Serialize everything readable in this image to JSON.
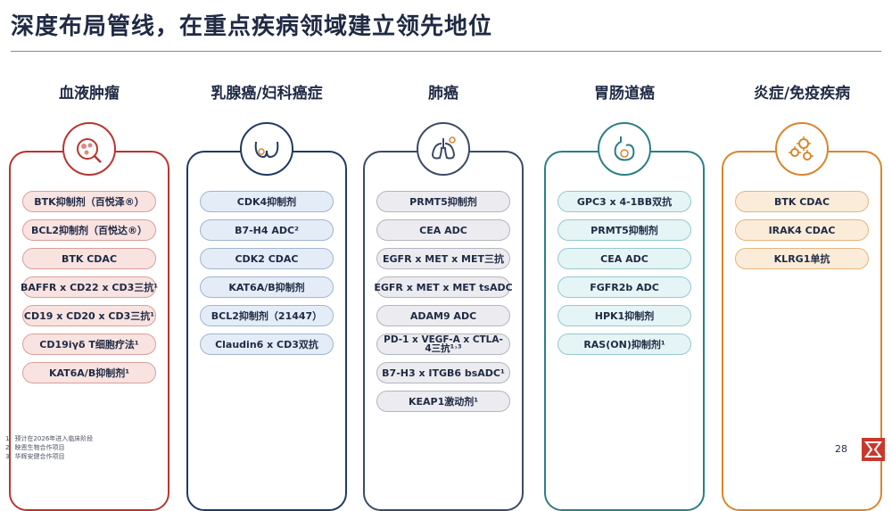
{
  "title": "深度布局管线，在重点疾病领域建立领先地位",
  "columns": [
    {
      "title": "血液肿瘤",
      "icon": "blood-cell-icon",
      "items": [
        "BTK抑制剂（百悦泽®）",
        "BCL2抑制剂（百悦达®）",
        "BTK CDAC",
        "BAFFR x CD22 x CD3三抗¹",
        "CD19 x CD20 x CD3三抗¹",
        "CD19iγδ T细胞疗法¹",
        "KAT6A/B抑制剂¹"
      ]
    },
    {
      "title": "乳腺癌/妇科癌症",
      "icon": "breast-icon",
      "items": [
        "CDK4抑制剂",
        "B7-H4 ADC²",
        "CDK2 CDAC",
        "KAT6A/B抑制剂",
        "BCL2抑制剂（21447）",
        "Claudin6 x CD3双抗"
      ]
    },
    {
      "title": "肺癌",
      "icon": "lungs-icon",
      "items": [
        "PRMT5抑制剂",
        "CEA ADC",
        "EGFR x MET x MET三抗",
        "EGFR x MET x MET tsADC",
        "ADAM9 ADC",
        "PD-1 x VEGF-A x CTLA-4三抗¹˒³",
        "B7-H3 x ITGB6 bsADC¹",
        "KEAP1激动剂¹"
      ]
    },
    {
      "title": "胃肠道癌",
      "icon": "stomach-icon",
      "items": [
        "GPC3 x 4-1BB双抗",
        "PRMT5抑制剂",
        "CEA ADC",
        "FGFR2b ADC",
        "HPK1抑制剂",
        "RAS(ON)抑制剂¹"
      ]
    },
    {
      "title": "炎症/免疫疾病",
      "icon": "virus-icon",
      "items": [
        "BTK CDAC",
        "IRAK4 CDAC",
        "KLRG1单抗"
      ]
    }
  ],
  "footnotes": [
    {
      "mark": "1",
      "text": "预计在2026年进入临床阶段"
    },
    {
      "mark": "2",
      "text": "映恩生物合作项目"
    },
    {
      "mark": "3",
      "text": "华辉安健合作项目"
    }
  ],
  "page_number": "28",
  "colors": {
    "red": "#b8352f",
    "navy": "#1f3a64",
    "gray": "#3c4a66",
    "teal": "#2b7f86",
    "orange": "#d9862c",
    "logo": "#c8382c"
  }
}
